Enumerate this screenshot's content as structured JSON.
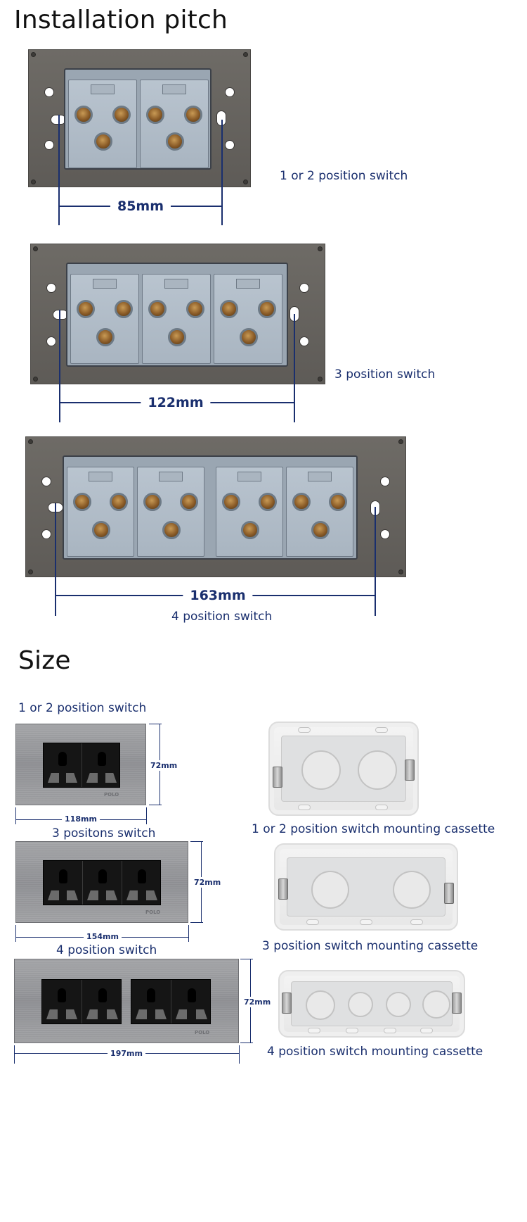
{
  "installation": {
    "heading": "Installation pitch",
    "plates": [
      {
        "label": "1 or 2 position switch",
        "dimension": "85mm",
        "modules": 2
      },
      {
        "label": "3 position switch",
        "dimension": "122mm",
        "modules": 3
      },
      {
        "label": "4 position switch",
        "dimension": "163mm",
        "modules": 4
      }
    ]
  },
  "size": {
    "heading": "Size",
    "panels": [
      {
        "label": "1 or 2 position switch",
        "width": "118mm",
        "height": "72mm",
        "sockets": 2,
        "brand": "POLO"
      },
      {
        "label": "3 positons switch",
        "width": "154mm",
        "height": "72mm",
        "sockets": 3,
        "brand": "POLO"
      },
      {
        "label": "4 position switch",
        "width": "197mm",
        "height": "72mm",
        "sockets": 4,
        "brand": "POLO"
      }
    ],
    "cassettes": [
      {
        "label": "1 or 2 position switch mounting cassette"
      },
      {
        "label": "3 position switch mounting cassette"
      },
      {
        "label": "4 position switch mounting cassette"
      }
    ]
  },
  "colors": {
    "text_blue": "#1a2f6e",
    "plate_gray": "#65625e",
    "module_blue_gray": "#aeb9c4",
    "panel_silver": "#9a9b9e",
    "socket_black": "#151515"
  }
}
